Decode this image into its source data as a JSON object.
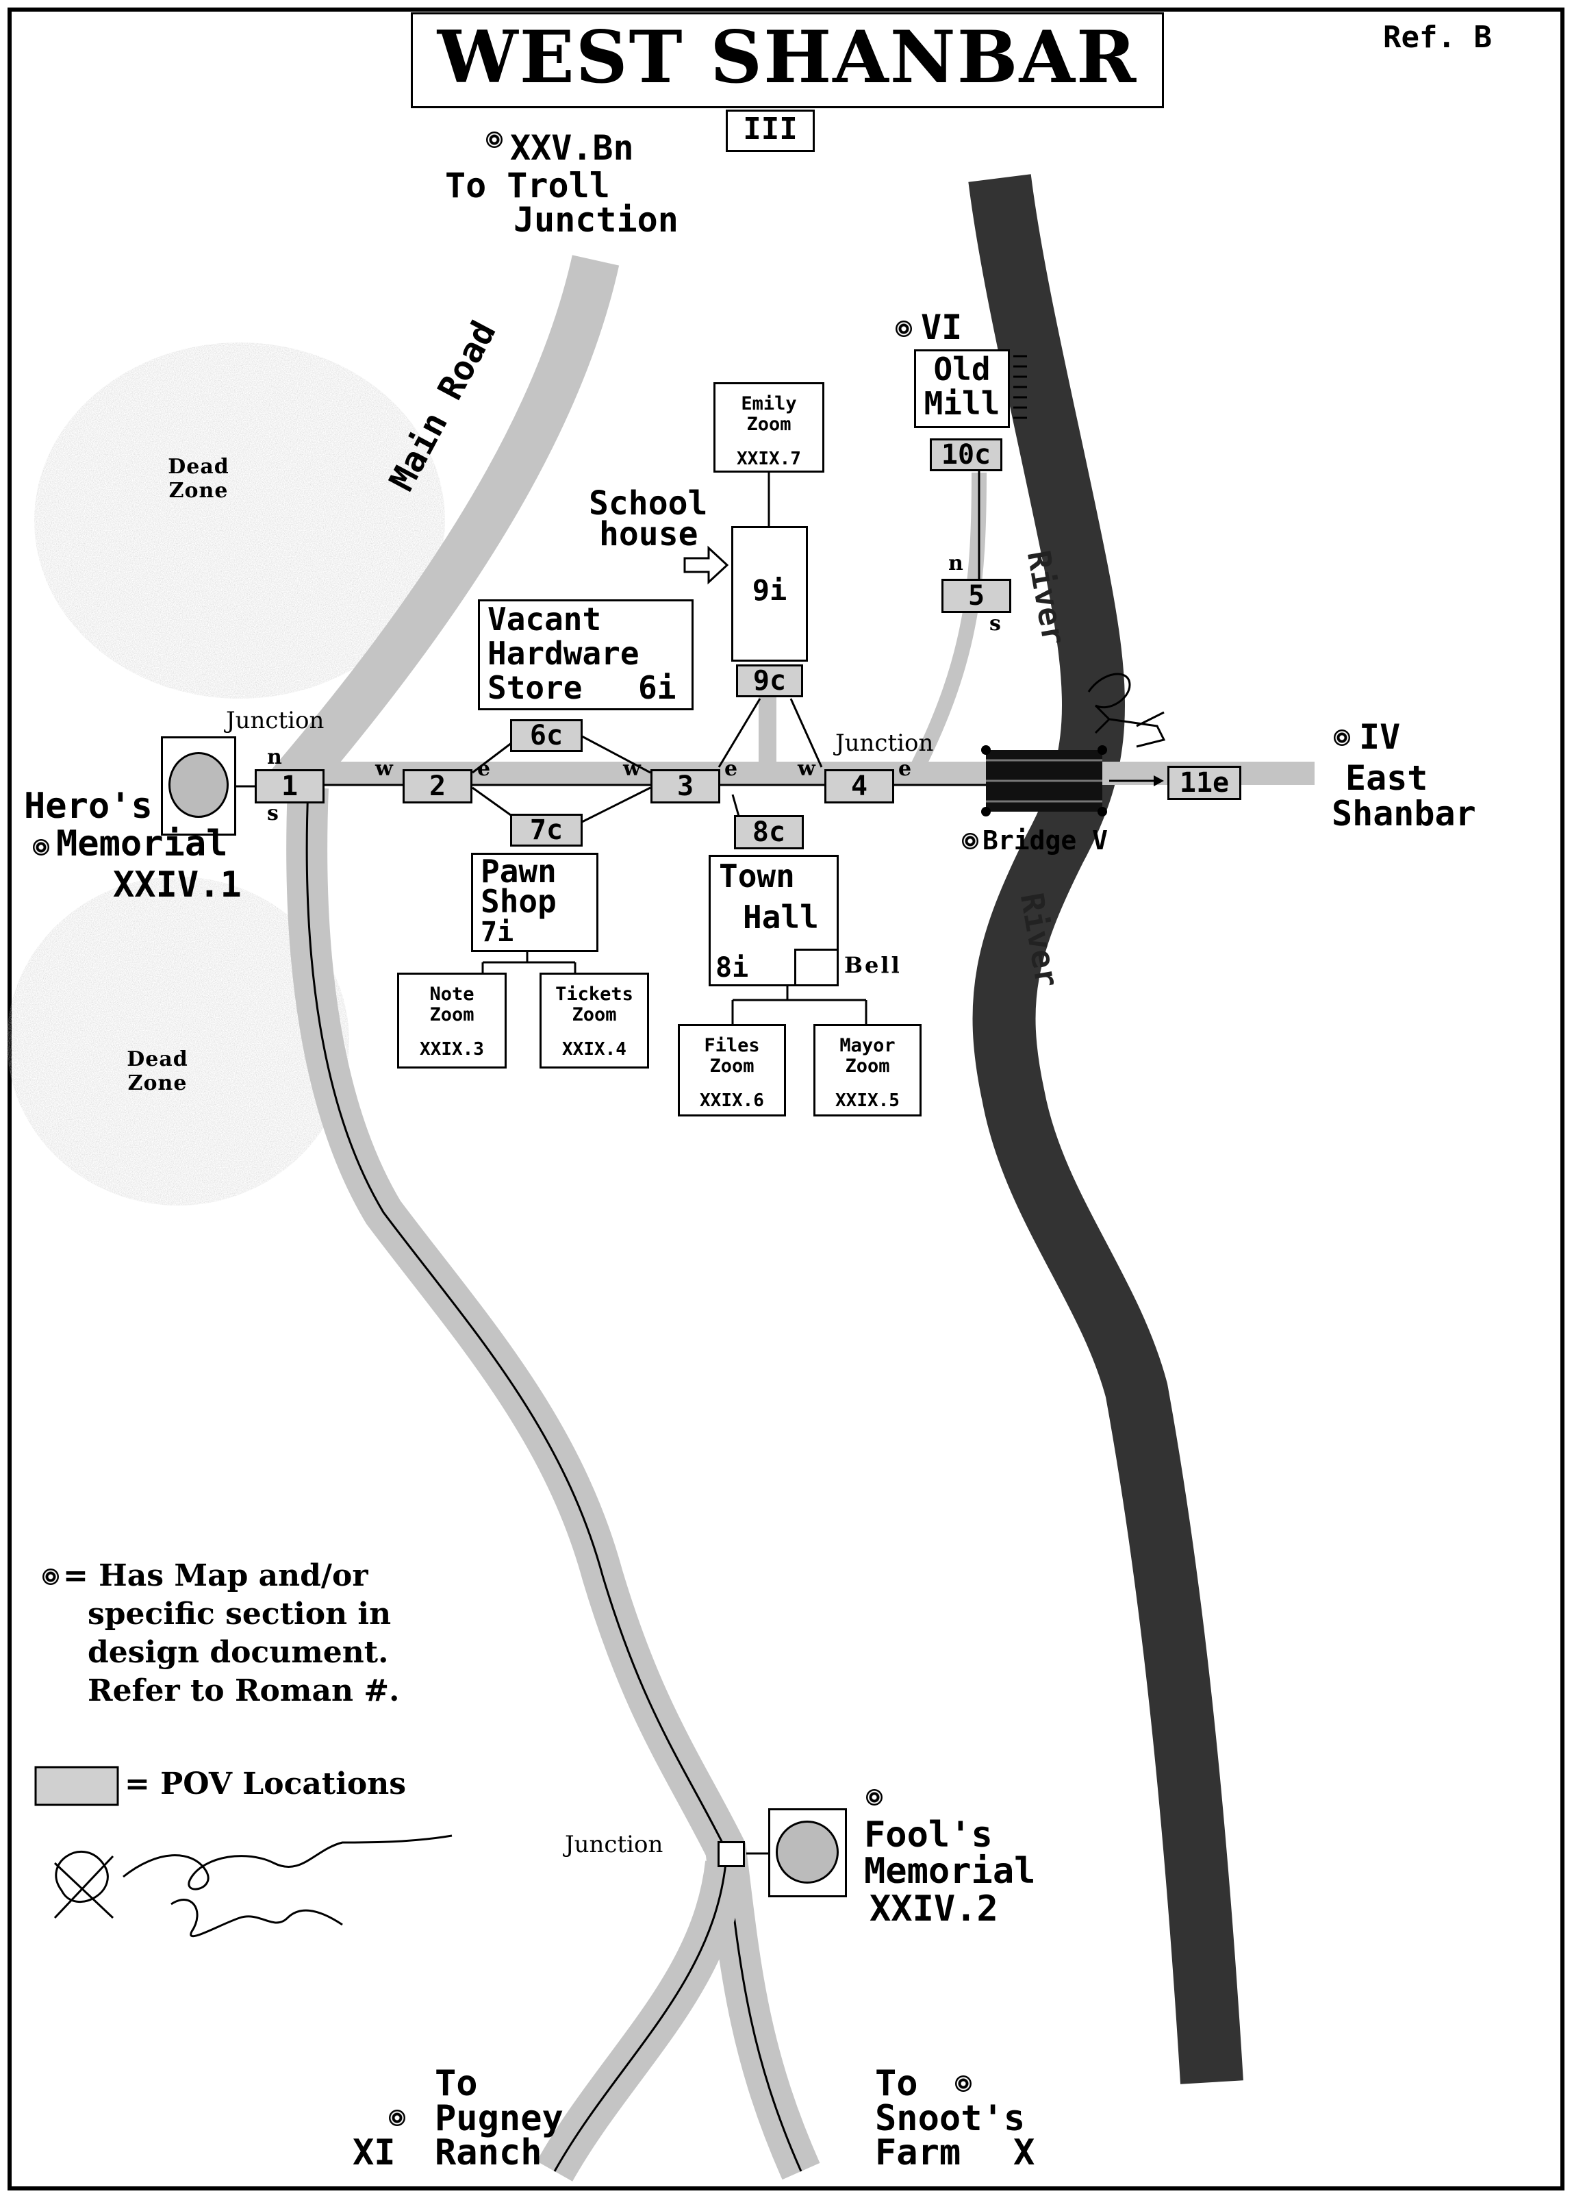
{
  "title": "WEST SHANBAR",
  "map_ref": "Ref. B",
  "region_number": "III",
  "north_exit": {
    "ref": "XXV.Bn",
    "label_line1": "To Troll",
    "label_line2": "Junction"
  },
  "road_label": "Main Road",
  "river_label_upper": "River",
  "river_label_lower": "River",
  "dead_zone_upper": {
    "line1": "Dead",
    "line2": "Zone"
  },
  "dead_zone_lower": {
    "line1": "Dead",
    "line2": "Zone"
  },
  "hero_memorial": {
    "line1": "Hero's",
    "line2": "Memorial",
    "ref": "XXIV.1"
  },
  "fool_memorial": {
    "line1": "Fool's",
    "line2": "Memorial",
    "ref": "XXIV.2"
  },
  "junction_label": "Junction",
  "pov_nodes": [
    "1",
    "2",
    "3",
    "4",
    "5",
    "6c",
    "7c",
    "8c",
    "9c",
    "10c",
    "11e"
  ],
  "compass": {
    "n": "n",
    "s": "s",
    "e": "e",
    "w": "w"
  },
  "hardware_store": {
    "line1": "Vacant",
    "line2": "Hardware",
    "line3": "Store",
    "code": "6i"
  },
  "pawn_shop": {
    "line1": "Pawn",
    "line2": "Shop",
    "code": "7i"
  },
  "town_hall": {
    "line1": "Town",
    "line2": "Hall",
    "code": "8i",
    "bell": "Bell"
  },
  "school_house": {
    "line1": "School",
    "line2": "house",
    "code": "9i"
  },
  "old_mill": {
    "ref": "VI",
    "line1": "Old",
    "line2": "Mill"
  },
  "zooms": {
    "emily": {
      "line1": "Emily",
      "line2": "Zoom",
      "ref": "XXIX.7"
    },
    "note": {
      "line1": "Note",
      "line2": "Zoom",
      "ref": "XXIX.3"
    },
    "tickets": {
      "line1": "Tickets",
      "line2": "Zoom",
      "ref": "XXIX.4"
    },
    "files": {
      "line1": "Files",
      "line2": "Zoom",
      "ref": "XXIX.6"
    },
    "mayor": {
      "line1": "Mayor",
      "line2": "Zoom",
      "ref": "XXIX.5"
    }
  },
  "bridge_label": "Bridge V",
  "east_exit": {
    "ref": "IV",
    "line1": "East",
    "line2": "Shanbar"
  },
  "south_west_exit": {
    "line1": "To",
    "line2": "Pugney",
    "ref": "XI",
    "line3": "Ranch"
  },
  "south_east_exit": {
    "line1": "To",
    "line2": "Snoot's",
    "line3": "Farm",
    "ref": "X"
  },
  "legend": {
    "marker_text": [
      "= Has Map and/or",
      "specific section in",
      "design document.",
      "Refer to Roman #."
    ],
    "pov_text": "= POV Locations"
  },
  "colors": {
    "river": "#333333",
    "road": "#c4c4c4",
    "pov_fill": "#d0d0d0",
    "dead_zone": "#bdbdbd"
  }
}
